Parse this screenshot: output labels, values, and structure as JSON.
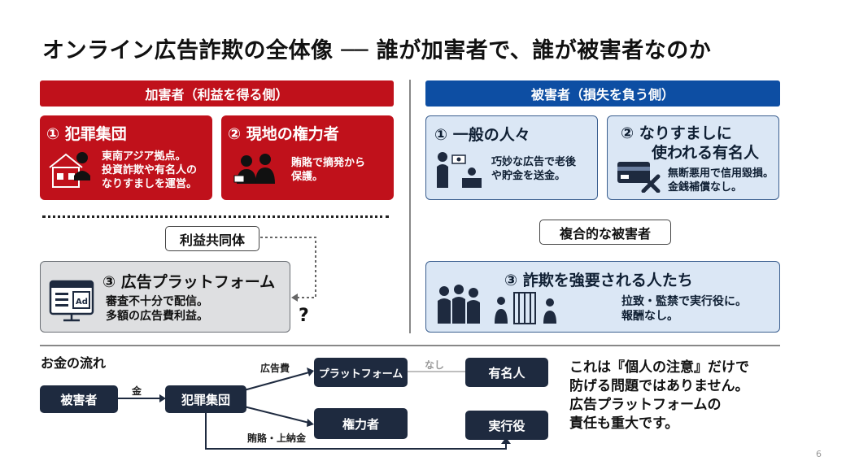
{
  "title": "オンライン広告詐欺の全体像 ── 誰が加害者で、誰が被害者なのか",
  "perpetrators": {
    "header": "加害者（利益を得る側）",
    "crime_group": {
      "title": "① 犯罪集団",
      "text": [
        "東南アジア拠点。",
        "投資詐欺や有名人の",
        "なりすましを運営。"
      ]
    },
    "local_power": {
      "title": "② 現地の権力者",
      "text": [
        "賄賂で摘発から",
        "保護。"
      ]
    },
    "profit_label": "利益共同体",
    "platform": {
      "title": "③ 広告プラットフォーム",
      "text": [
        "審査不十分で配信。",
        "多額の広告費利益。"
      ],
      "question": "?"
    }
  },
  "victims": {
    "header": "被害者（損失を負う側）",
    "general": {
      "title": "① 一般の人々",
      "text": [
        "巧妙な広告で老後",
        "や貯金を送金。"
      ]
    },
    "celebrity": {
      "title_line1": "② なりすましに",
      "title_line2": "使われる有名人",
      "text": [
        "無断悪用で信用毀損。",
        "金銭補償なし。"
      ]
    },
    "complex_label": "複合的な被害者",
    "forced": {
      "title": "③ 詐欺を強要される人たち",
      "text": [
        "拉致・監禁で実行役に。",
        "報酬なし。"
      ]
    }
  },
  "money_flow": {
    "title": "お金の流れ",
    "nodes": {
      "victim": "被害者",
      "crime_group": "犯罪集団",
      "platform": "プラットフォーム",
      "celebrity": "有名人",
      "power": "権力者",
      "executor": "実行役"
    },
    "edges": {
      "money": "金",
      "ad_fee": "広告費",
      "none": "なし",
      "bribe": "賄賂・上納金"
    }
  },
  "message": [
    "これは『個人の注意』だけで",
    "防げる問題ではありません。",
    "広告プラットフォームの",
    "責任も重大です。"
  ],
  "page_number": "6",
  "colors": {
    "red": "#c0111b",
    "blue": "#0d4ea3",
    "navy": "#1e2a3f",
    "light_blue": "#dbe7f5",
    "gray": "#dedfe1"
  }
}
